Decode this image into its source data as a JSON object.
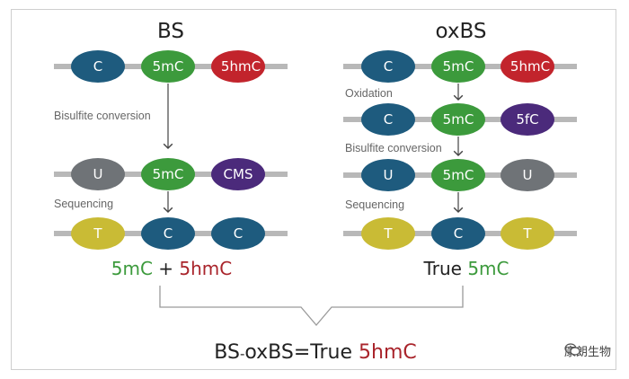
{
  "colors": {
    "c_blue": "#1e5b7e",
    "mc_green": "#3c9a3c",
    "hmc_red": "#c2242c",
    "purple": "#4b2a7b",
    "grey": "#6f7377",
    "yellow": "#c9bb35",
    "strand": "#b8b8b8",
    "green_text": "#3c9a3c",
    "red_text": "#a9242b"
  },
  "bs": {
    "title": "BS",
    "rows": [
      {
        "bases": [
          "C",
          "5mC",
          "5hmC"
        ]
      },
      {
        "bases": [
          "U",
          "5mC",
          "CMS"
        ]
      },
      {
        "bases": [
          "T",
          "C",
          "C"
        ]
      }
    ],
    "steps": [
      "Bisulfite conversion",
      "Sequencing"
    ],
    "result": {
      "a": "5mC",
      "plus": " + ",
      "b": "5hmC"
    }
  },
  "oxbs": {
    "title": "oxBS",
    "rows": [
      {
        "bases": [
          "C",
          "5mC",
          "5hmC"
        ]
      },
      {
        "bases": [
          "C",
          "5mC",
          "5fC"
        ]
      },
      {
        "bases": [
          "U",
          "5mC",
          "U"
        ]
      },
      {
        "bases": [
          "T",
          "C",
          "T"
        ]
      }
    ],
    "steps": [
      "Oxidation",
      "Bisulfite conversion",
      "Sequencing"
    ],
    "result": {
      "a": "True ",
      "b": "5mC"
    }
  },
  "equation": {
    "a": "BS",
    "dash": "-",
    "b": "oxBS=True ",
    "c": "5hmC"
  },
  "watermark": {
    "icon": "wechat-icon",
    "text": "康朗生物"
  }
}
